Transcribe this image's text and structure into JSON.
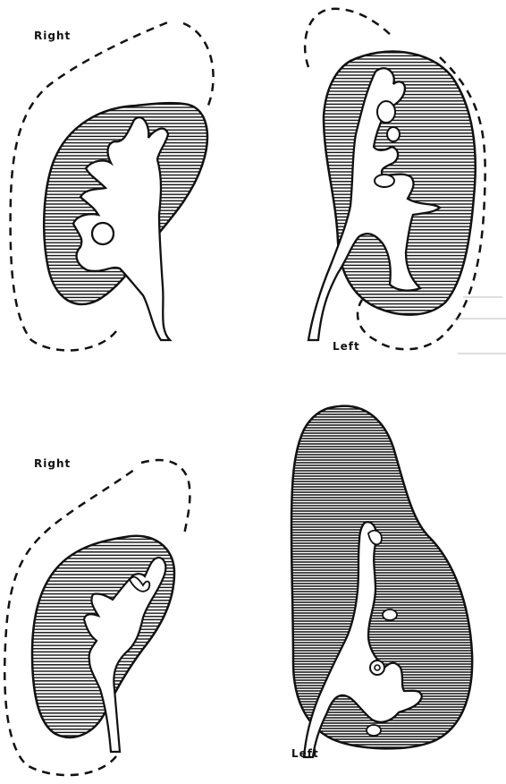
{
  "labels": {
    "top_left": "Right",
    "top_right": "Left",
    "bottom_left": "Right",
    "bottom_right": "Left"
  },
  "colors": {
    "ink": "#111111",
    "background": "#ffffff"
  }
}
